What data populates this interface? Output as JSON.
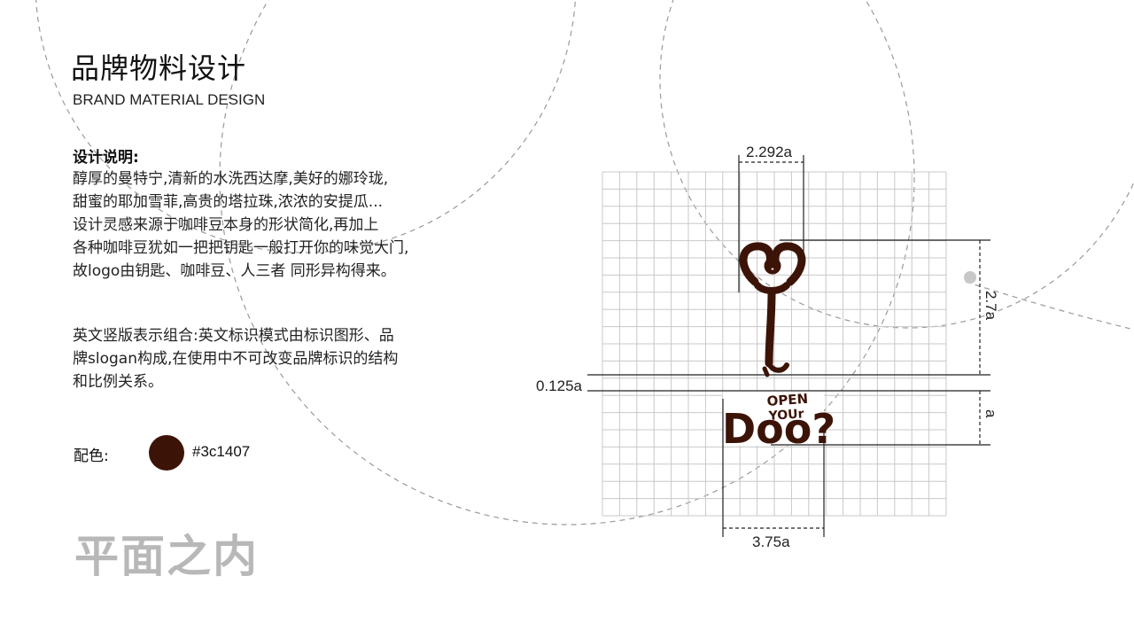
{
  "header": {
    "title": "品牌物料设计",
    "subtitle": "BRAND MATERIAL DESIGN"
  },
  "description": {
    "heading": "设计说明:",
    "lines": [
      "醇厚的曼特宁,清新的水洗西达摩,美好的娜玲珑,",
      "甜蜜的耶加雪菲,高贵的塔拉珠,浓浓的安提瓜...",
      "设计灵感来源于咖啡豆本身的形状简化,再加上",
      "各种咖啡豆犹如一把把钥匙一般打开你的味觉大门,",
      "故logo由钥匙、咖啡豆、人三者 同形异构得来。"
    ],
    "lines2": [
      "英文竖版表示组合:英文标识模式由标识图形、品",
      "牌slogan构成,在使用中不可改变品牌标识的结构",
      "和比例关系。"
    ]
  },
  "palette": {
    "label": "配色:",
    "hex": "#3c1407",
    "color": "#3c1407"
  },
  "watermark": "平面之内",
  "diagram": {
    "dim_top": "2.292a",
    "dim_right_top": "2.7a",
    "dim_left": "0.125a",
    "dim_right_bottom": "a",
    "dim_bottom": "3.75a",
    "logo_text_line1": "OPEN",
    "logo_text_line2": "YOUr",
    "logo_text_big": "Doo?"
  },
  "colors": {
    "brand": "#3c1407",
    "grid": "#c8c8c8",
    "dashed": "#9a9a9a",
    "watermark": "#b8b8b8"
  }
}
